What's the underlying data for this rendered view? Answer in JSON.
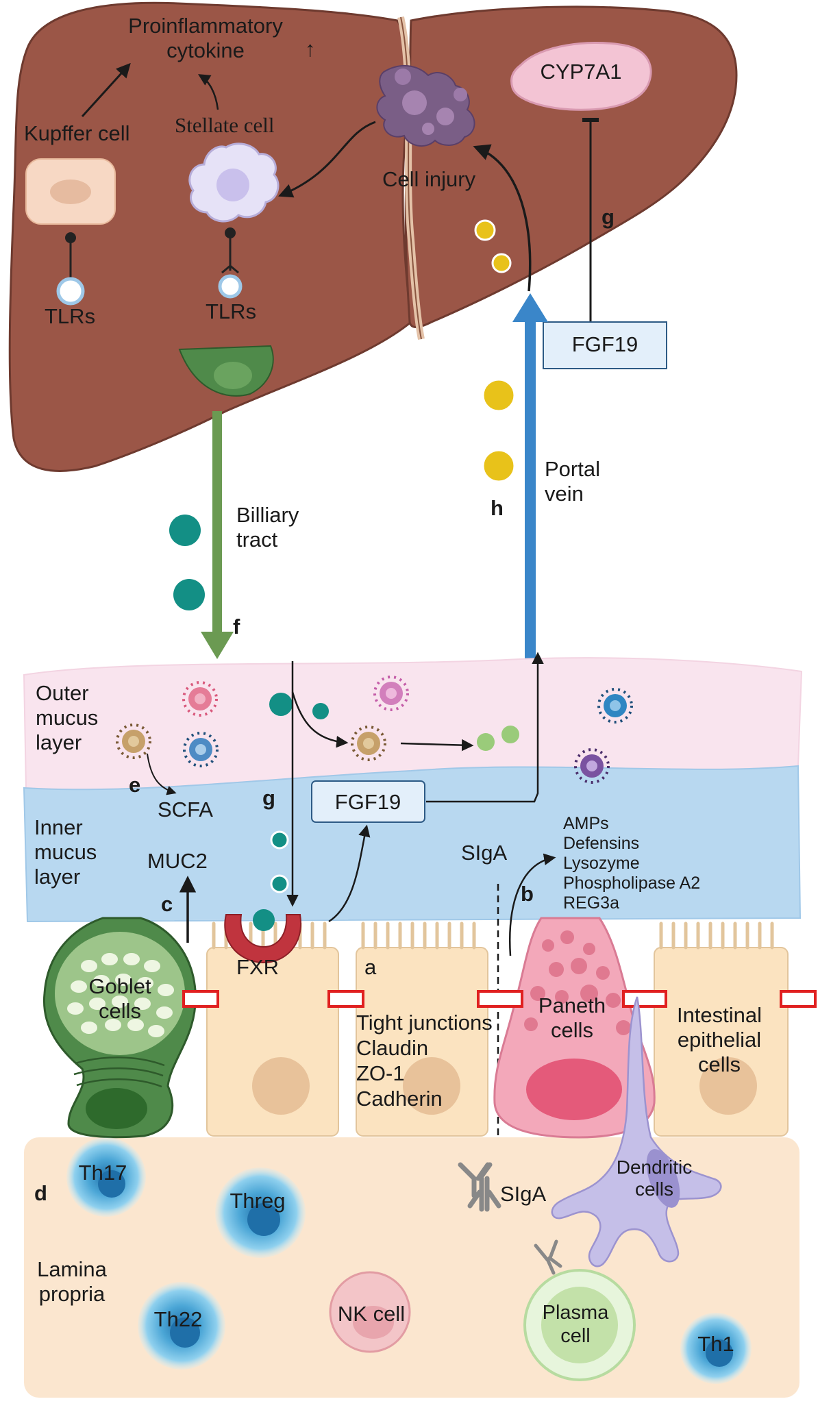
{
  "liver": {
    "proinflammatory": [
      "Proinflammatory",
      "cytokine"
    ],
    "up_arrow": "↑",
    "kupffer_cell": "Kupffer cell",
    "stellate_cell": "Stellate cell",
    "tlrs_left": "TLRs",
    "tlrs_right": "TLRs",
    "cell_injury": "Cell injury",
    "cyp7a1": "CYP7A1",
    "fgf19_top": "FGF19"
  },
  "pathway": {
    "biliary_tract": [
      "Billiary",
      "tract"
    ],
    "portal_vein": [
      "Portal",
      "vein"
    ]
  },
  "mucus": {
    "outer_layer": [
      "Outer",
      "mucus",
      "layer"
    ],
    "inner_layer": [
      "Inner",
      "mucus",
      "layer"
    ],
    "scfa": "SCFA",
    "muc2": "MUC2",
    "fgf19_mid": "FGF19",
    "sigA_mid": "SIgA",
    "antimicrobials": [
      "AMPs",
      "Defensins",
      "Lysozyme",
      "Phospholipase A2",
      "REG3a"
    ]
  },
  "epithelium": {
    "goblet_cells": [
      "Goblet",
      "cells"
    ],
    "fxr": "FXR",
    "tight_junctions": [
      "Tight junctions",
      "Claudin",
      "ZO-1",
      "Cadherin"
    ],
    "paneth_cells": [
      "Paneth",
      "cells"
    ],
    "intestinal_epithelial": [
      "Intestinal",
      "epithelial",
      "cells"
    ]
  },
  "lamina": {
    "lamina_propria": [
      "Lamina",
      "propria"
    ],
    "th17": "Th17",
    "threg": "Threg",
    "th22": "Th22",
    "nk_cell": "NK cell",
    "sigA_low": "SIgA",
    "dendritic": [
      "Dendritic",
      "cells"
    ],
    "plasma": [
      "Plasma",
      "cell"
    ],
    "th1": "Th1"
  },
  "panel_letters": {
    "a": "a",
    "b": "b",
    "c": "c",
    "d": "d",
    "e": "e",
    "f": "f",
    "g_top": "g",
    "g_mid": "g",
    "h": "h"
  },
  "colors": {
    "liver": "#9b5647",
    "liver_dark": "#6e3a2f",
    "outer_mucus": "#f9e4ee",
    "inner_mucus": "#b8d8f0",
    "epithelial": "#fbe3c0",
    "lamina": "#fbe6cf",
    "goblet": "#4f8a4a",
    "paneth": "#e88aa0",
    "bile_acid": "#138f85",
    "metabolite": "#e8c21a",
    "portal_arrow": "#3a86c9",
    "biliary_arrow": "#6b9a52",
    "junction": "#e02020"
  }
}
